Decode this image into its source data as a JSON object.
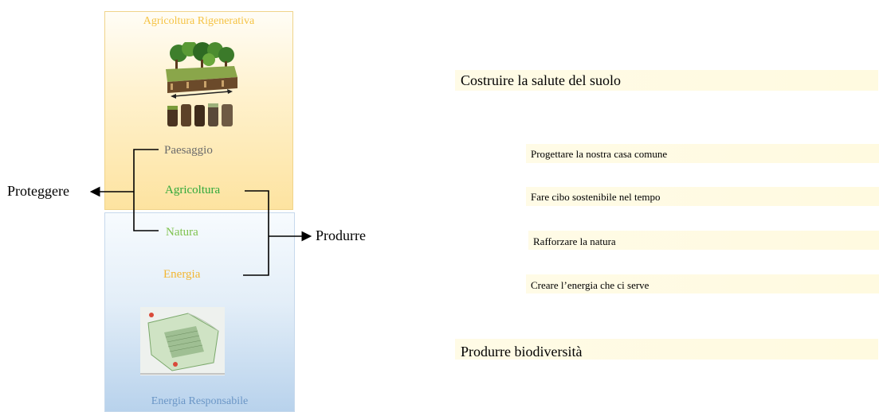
{
  "diagram": {
    "top_panel": {
      "title": "Agricoltura Rigenerativa",
      "image_icon": "soil-landscape-illustration"
    },
    "bottom_panel": {
      "title": "Energia Responsabile",
      "image_icon": "solar-park-map"
    },
    "items": {
      "paesaggio": "Paesaggio",
      "agricoltura": "Agricoltura",
      "natura": "Natura",
      "energia": "Energia"
    },
    "left_label": "Proteggere",
    "right_label": "Produrre",
    "colors": {
      "title_top": "#f5c344",
      "title_bottom": "#6b96c6",
      "paesaggio": "#6b6b6b",
      "agricoltura": "#2fa83a",
      "natura": "#7fc24e",
      "energia": "#f2b632"
    }
  },
  "right_list": {
    "heading_top": "Costruire la salute del suolo",
    "items": [
      "Progettare la nostra casa comune",
      "Fare cibo sostenibile nel tempo",
      "Rafforzare la natura",
      "Creare l’energia che ci serve"
    ],
    "heading_bottom": "Produrre biodiversità"
  }
}
